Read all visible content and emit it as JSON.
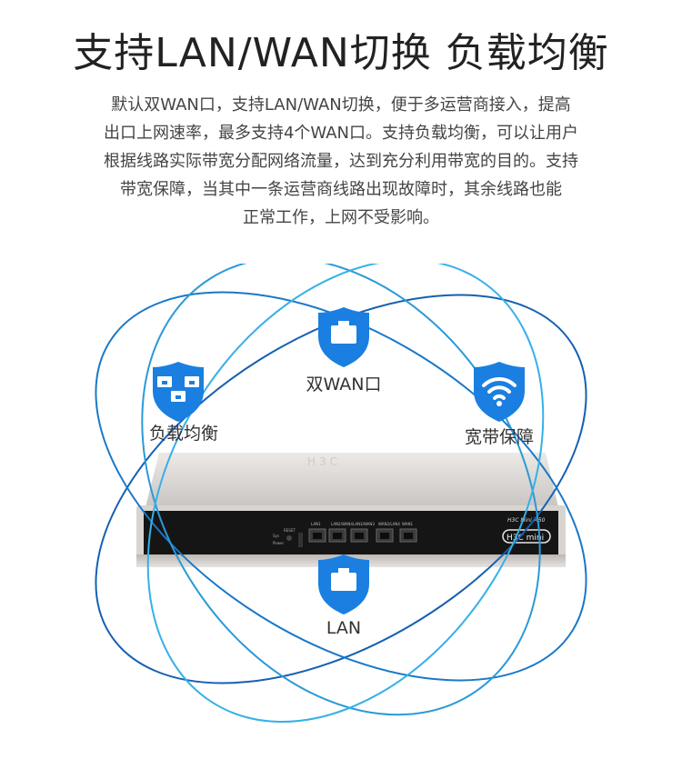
{
  "title": "支持LAN/WAN切换  负载均衡",
  "description": [
    "默认双WAN口，支持LAN/WAN切换，便于多运营商接入，提高",
    "出口上网速率，最多支持4个WAN口。支持负载均衡，可以让用户",
    "根据线路实际带宽分配网络流量，达到充分利用带宽的目的。支持",
    "带宽保障，当其中一条运营商线路出现故障时，其余线路也能",
    "正常工作，上网不受影响。"
  ],
  "features": {
    "dual_wan": "双WAN口",
    "load_balance": "负载均衡",
    "bandwidth": "宽带保障",
    "lan": "LAN"
  },
  "device": {
    "model": "H3C Mini M50",
    "brand": "H3C mini",
    "ports": [
      "LAN1",
      "LAN2/WAN4",
      "LAN3/WAN3",
      "WAN2/LAN4",
      "WAN1"
    ],
    "leds": [
      "Sys",
      "Power"
    ],
    "reset": "RESET"
  },
  "colors": {
    "accent_blue": "#1a7fe0",
    "ring_dark": "#1560b0",
    "ring_light": "#36b0e8"
  }
}
